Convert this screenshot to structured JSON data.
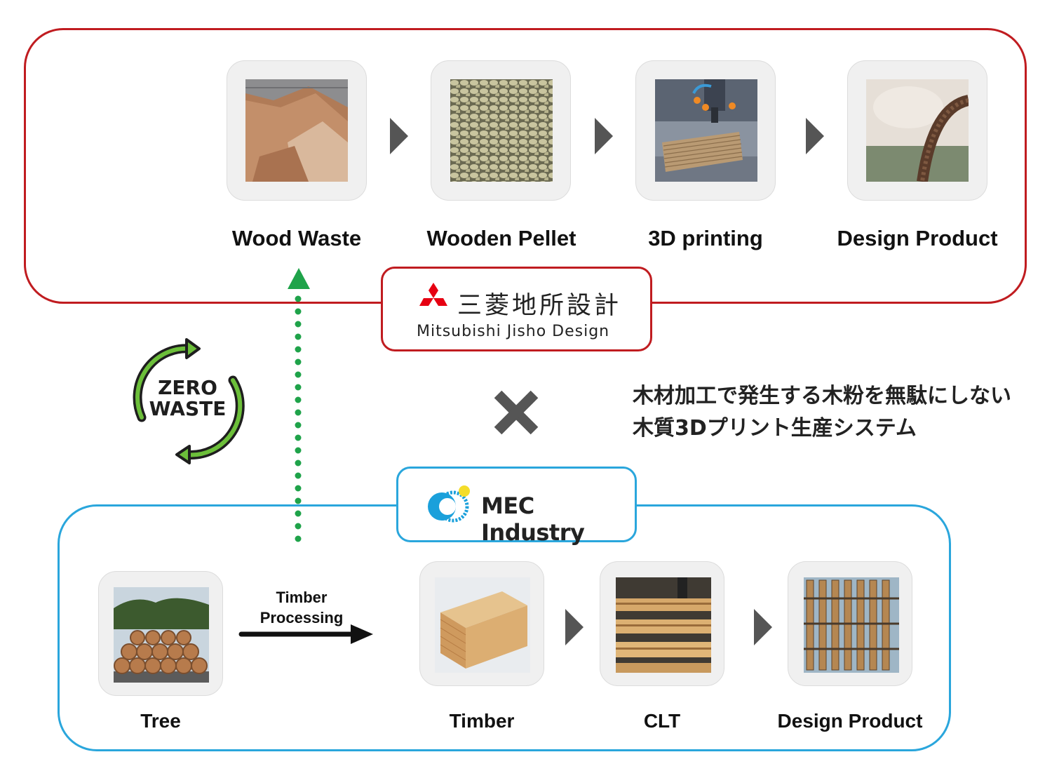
{
  "top_flow": {
    "steps": [
      {
        "label": "Wood Waste",
        "image": "wood-sawdust-photo"
      },
      {
        "label": "Wooden Pellet",
        "image": "wood-pellets-photo"
      },
      {
        "label": "3D printing",
        "image": "3d-printer-photo"
      },
      {
        "label": "Design Product",
        "image": "curved-wood-product-photo"
      }
    ],
    "color": "#c01c20"
  },
  "mitsubishi_logo": {
    "jp": "三菱地所設計",
    "en": "Mitsubishi Jisho Design"
  },
  "cross_symbol": "✕",
  "description": {
    "line1": "木材加工で発生する木粉を無駄にしない",
    "line2": "木質3Dプリント生産システム"
  },
  "zero_waste": {
    "line1": "ZERO",
    "line2": "WASTE",
    "arrow_color": "#5cb531"
  },
  "mec_logo": {
    "text": "MEC Industry"
  },
  "bottom_flow": {
    "source": {
      "label": "Tree",
      "image": "log-pile-photo"
    },
    "process_label_line1": "Timber",
    "process_label_line2": "Processing",
    "steps": [
      {
        "label": "Timber",
        "image": "timber-block-photo"
      },
      {
        "label": "CLT",
        "image": "clt-panels-photo"
      },
      {
        "label": "Design Product",
        "image": "timber-facade-photo"
      }
    ],
    "color": "#2aa6dc"
  },
  "recycle_arrow_color": "#1fa34a"
}
